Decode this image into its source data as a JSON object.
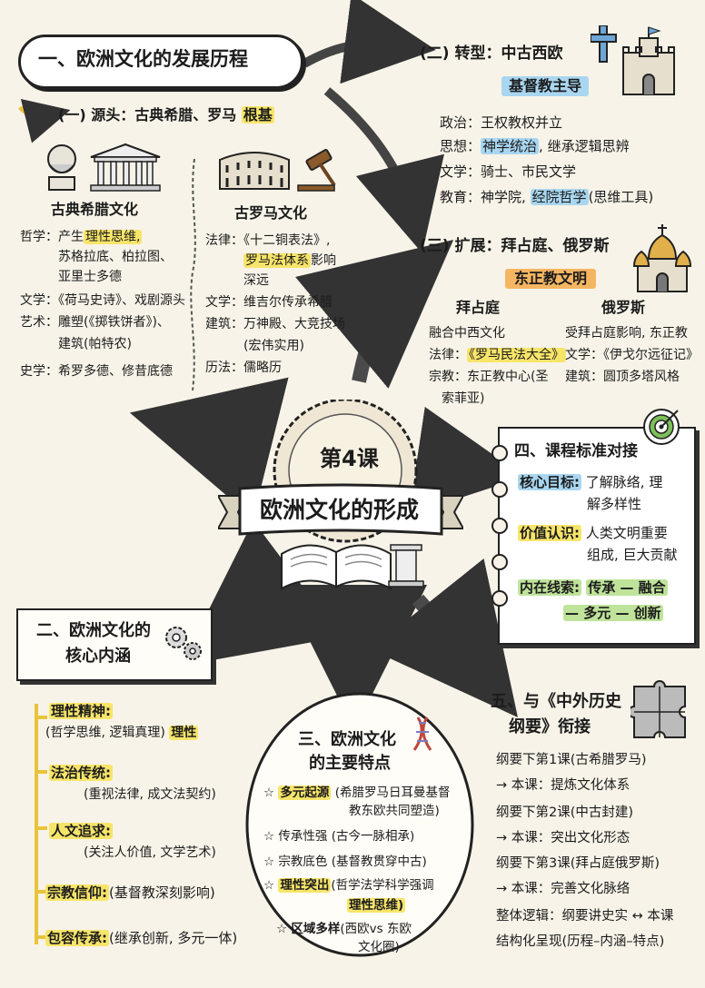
{
  "title": {
    "main": "一、欧洲文化的发展历程"
  },
  "sec1": {
    "label": "(一) 源头：古典希腊、罗马",
    "tag": "根基",
    "greek": {
      "title": "古典希腊文化",
      "phil1a": "哲学：产生",
      "phil1b": "理性思维,",
      "phil2": "苏格拉底、柏拉图、",
      "phil3": "亚里士多德",
      "lit": "文学：《荷马史诗》、戏剧源头",
      "art1": "艺术：雕塑(《掷铁饼者》)、",
      "art2": "建筑(帕特农)",
      "hist": "史学：希罗多德、修昔底德"
    },
    "roman": {
      "title": "古罗马文化",
      "law1": "法律：《十二铜表法》,",
      "law2": "罗马法体系",
      "law2b": "影响",
      "law3": "深远",
      "lit": "文学：维吉尔传承希腊",
      "arch1": "建筑：万神殿、大竞技场",
      "arch2": "(宏伟实用)",
      "cal": "历法：儒略历"
    }
  },
  "sec2": {
    "title": "(二) 转型：中古西欧",
    "badge": "基督教主导",
    "l1": "政治：王权教权并立",
    "l2a": "思想：",
    "l2b": "神学统治",
    "l2c": ", 继承逻辑思辨",
    "l3": "文学：骑士、市民文学",
    "l4a": "教育：神学院, ",
    "l4b": "经院哲学",
    "l4c": "(思维工具)"
  },
  "sec3": {
    "title": "(三) 扩展：拜占庭、俄罗斯",
    "badge": "东正教文明",
    "byz": {
      "title": "拜占庭",
      "l1": "融合中西文化",
      "l2a": "法律：",
      "l2b": "《罗马民法大全》",
      "l3": "宗教：东正教中心(圣",
      "l4": "索菲亚)"
    },
    "rus": {
      "title": "俄罗斯",
      "l1": "受拜占庭影响, 东正教",
      "l2": "文学：《伊戈尔远征记》",
      "l3": "建筑：圆顶多塔风格"
    }
  },
  "center": {
    "lesson": "第4课",
    "banner": "欧洲文化的形成"
  },
  "sec4": {
    "title": "四、课程标准对接",
    "r1a": "核心目标:",
    "r1b": "了解脉络, 理",
    "r1c": "解多样性",
    "r2a": "价值认识:",
    "r2b": "人类文明重要",
    "r2c": "组成, 巨大贡献",
    "r3a": "内在线索:",
    "r3b": "传承 — 融合",
    "r3c": "— 多元 — 创新"
  },
  "core": {
    "title1": "二、欧洲文化的",
    "title2": "核心内涵",
    "i1a": "理性精神:",
    "i1b": "(哲学思维, 逻辑真理)",
    "i1c": "理性",
    "i2a": "法治传统:",
    "i2b": "(重视法律, 成文法契约)",
    "i3a": "人文追求:",
    "i3b": "(关注人价值, 文学艺术)",
    "i4a": "宗教信仰:",
    "i4b": "(基督教深刻影响)",
    "i5a": "包容传承:",
    "i5b": "(继承创新, 多元一体)"
  },
  "features": {
    "title1": "三、欧洲文化",
    "title2": "的主要特点",
    "f1a": "多元起源",
    "f1b": "(希腊罗马日耳曼基督",
    "f1c": "教东欧共同塑造)",
    "f2": "传承性强 (古今一脉相承)",
    "f3": "宗教底色 (基督教贯穿中古)",
    "f4a": "理性突出",
    "f4b": "(哲学法学科学强调",
    "f4c": "理性思维)",
    "f5a": "区域多样",
    "f5b": "(西欧vs 东欧",
    "f5c": "文化圈)"
  },
  "link": {
    "title1": "五、与《中外历史",
    "title2": "纲要》衔接",
    "l1": "纲要下第1课(古希腊罗马)",
    "l2": "→ 本课：提炼文化体系",
    "l3": "纲要下第2课(中古封建)",
    "l4": "→ 本课：突出文化形态",
    "l5": "纲要下第3课(拜占庭俄罗斯)",
    "l6": "→ 本课：完善文化脉络",
    "l7": "整体逻辑：纲要讲史实 ↔ 本课",
    "l8": "结构化呈现(历程–内涵–特点)"
  },
  "colors": {
    "yellow": "#f7e56a",
    "blue": "#a9d6f0",
    "green": "#bfe39a",
    "orange": "#f5b662",
    "ink": "#222222"
  }
}
